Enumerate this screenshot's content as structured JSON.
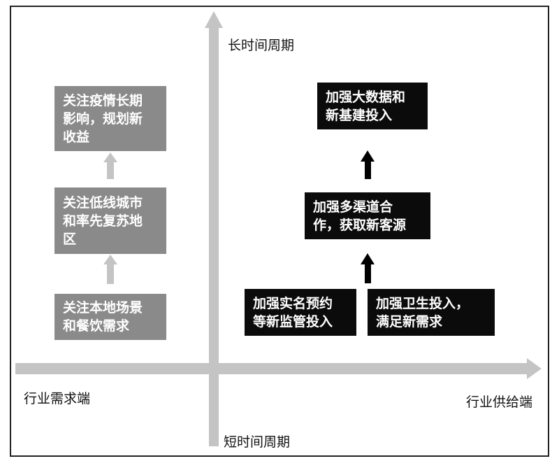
{
  "axes": {
    "top_label": "长时间周期",
    "bottom_label": "短时间周期",
    "left_label": "行业需求端",
    "right_label": "行业供给端"
  },
  "left_column": [
    {
      "id": "g1",
      "text": "关注疫情长期\n影响，规划新\n收益"
    },
    {
      "id": "g2",
      "text": "关注低线城市\n和率先复苏地\n区"
    },
    {
      "id": "g3",
      "text": "关注本地场景\n和餐饮需求"
    }
  ],
  "right_column": [
    {
      "id": "b1",
      "text": "加强大数据和\n新基建投入"
    },
    {
      "id": "b2",
      "text": "加强多渠道合\n作，获取新客源"
    },
    {
      "id": "b3",
      "text": "加强实名预约\n等新监管投入"
    },
    {
      "id": "b4",
      "text": "加强卫生投入，\n满足新需求"
    }
  ],
  "colors": {
    "axis": "#c4c4c4",
    "gray_box": "#8a8a8a",
    "black_box": "#0b0b0b",
    "gray_arrow": "#c4c4c4",
    "black_arrow": "#000000"
  }
}
